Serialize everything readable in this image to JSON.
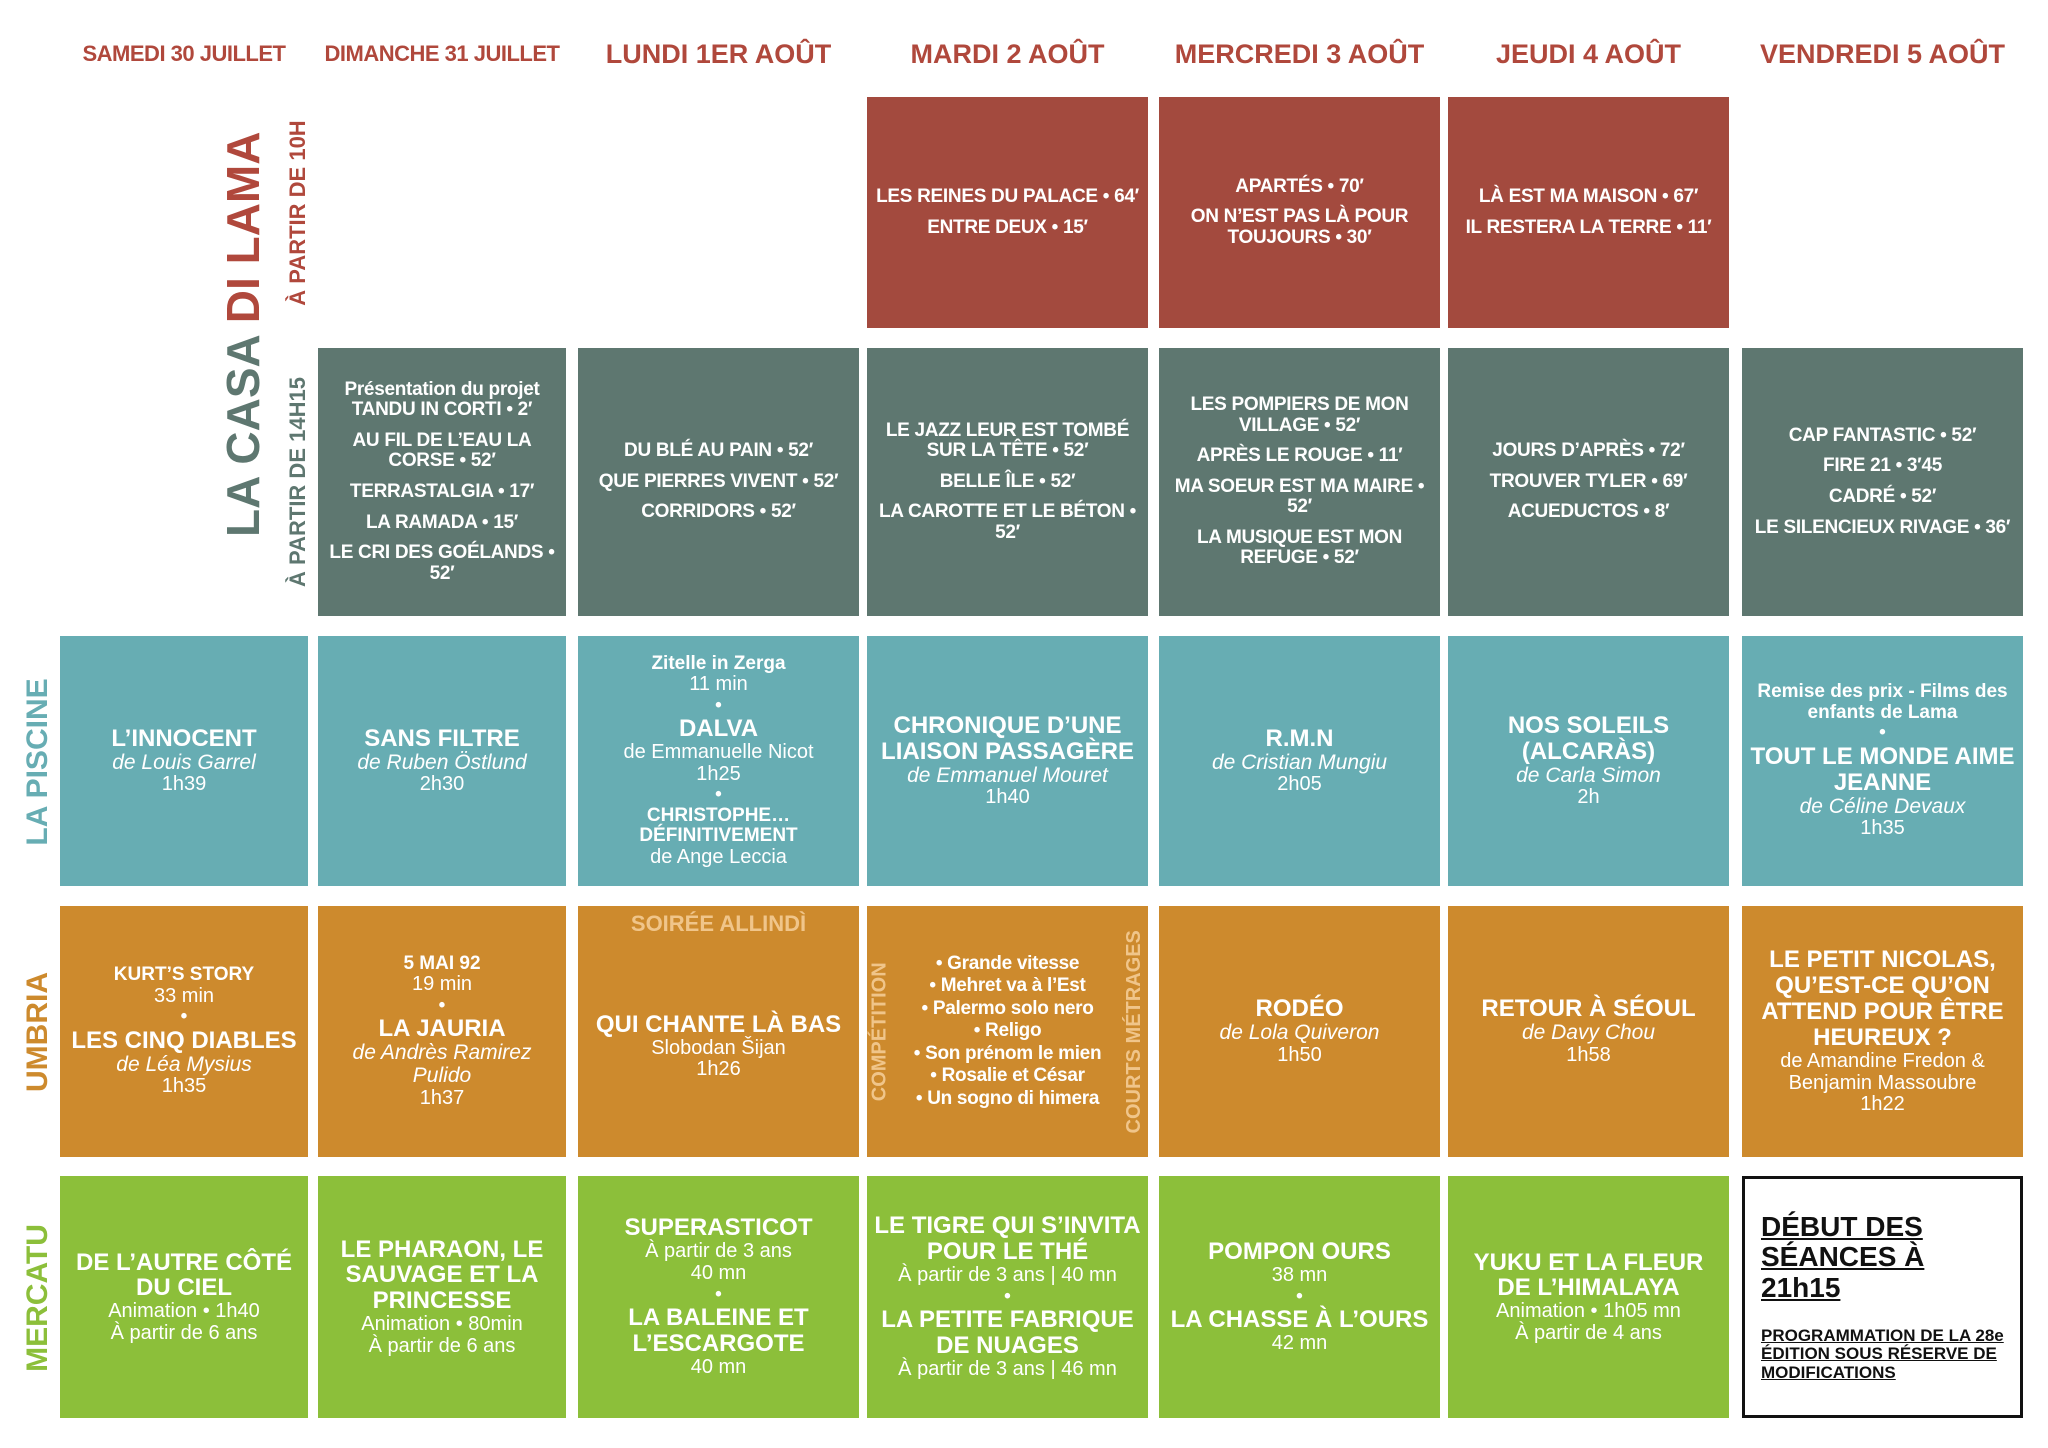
{
  "days": [
    "SAMEDI 30 JUILLET",
    "DIMANCHE 31 JUILLET",
    "LUNDI 1ER AOÛT",
    "MARDI 2 AOÛT",
    "MERCREDI 3 AOÛT",
    "JEUDI 4 AOÛT",
    "VENDREDI 5 AOÛT"
  ],
  "venues": {
    "casa_a": "LA CASA",
    "casa_b": "DI LAMA",
    "casa_10h": "À PARTIR DE 10H",
    "casa_14h": "À PARTIR DE 14H15",
    "piscine": "LA PISCINE",
    "umbria": "UMBRIA",
    "mercatu": "MERCATU"
  },
  "colors": {
    "red": "#a34a3e",
    "dark": "#5e7770",
    "teal": "#67adb3",
    "orange": "#cd8a2d",
    "green": "#8cbf3a",
    "header": "#b0483c"
  },
  "rows": [
    {
      "id": "casa-10h",
      "color": "red",
      "cells": [
        {
          "col": 3,
          "lines": [
            [
              "t",
              "LES REINES DU PALACE • 64′"
            ],
            [
              "t",
              "ENTRE DEUX • 15′"
            ]
          ]
        },
        {
          "col": 4,
          "lines": [
            [
              "t",
              "APARTÉS • 70′"
            ],
            [
              "t",
              "ON N’EST PAS LÀ POUR TOUJOURS • 30′"
            ]
          ]
        },
        {
          "col": 5,
          "lines": [
            [
              "t",
              "LÀ EST MA MAISON • 67′"
            ],
            [
              "t",
              "IL RESTERA LA TERRE • 11′"
            ]
          ]
        }
      ]
    },
    {
      "id": "casa-14h",
      "color": "dark",
      "cells": [
        {
          "col": 1,
          "lines": [
            [
              "t",
              "Présentation du projet TANDU IN CORTI • 2′"
            ],
            [
              "t",
              "AU FIL DE L’EAU LA CORSE • 52′"
            ],
            [
              "t",
              "TERRASTALGIA • 17′"
            ],
            [
              "t",
              "LA RAMADA • 15′"
            ],
            [
              "t",
              "LE CRI DES GOÉLANDS • 52′"
            ]
          ]
        },
        {
          "col": 2,
          "lines": [
            [
              "t",
              "DU BLÉ AU PAIN • 52′"
            ],
            [
              "t",
              "QUE PIERRES VIVENT • 52′"
            ],
            [
              "t",
              "CORRIDORS • 52′"
            ]
          ]
        },
        {
          "col": 3,
          "lines": [
            [
              "t",
              "LE JAZZ LEUR EST TOMBÉ SUR LA TÊTE • 52′"
            ],
            [
              "t",
              "BELLE ÎLE • 52′"
            ],
            [
              "t",
              "LA CAROTTE ET LE BÉTON • 52′"
            ]
          ]
        },
        {
          "col": 4,
          "lines": [
            [
              "t",
              "LES POMPIERS DE MON VILLAGE • 52′"
            ],
            [
              "t",
              "APRÈS LE ROUGE • 11′"
            ],
            [
              "t",
              "MA SOEUR EST MA MAIRE • 52′"
            ],
            [
              "t",
              "LA MUSIQUE EST MON REFUGE • 52′"
            ]
          ]
        },
        {
          "col": 5,
          "lines": [
            [
              "t",
              "JOURS D’APRÈS • 72′"
            ],
            [
              "t",
              "TROUVER TYLER • 69′"
            ],
            [
              "t",
              "ACUEDUCTOS • 8′"
            ]
          ]
        },
        {
          "col": 6,
          "lines": [
            [
              "t",
              "CAP FANTASTIC • 52′"
            ],
            [
              "t",
              "FIRE 21 • 3′45"
            ],
            [
              "t",
              "CADRÉ • 52′"
            ],
            [
              "t",
              "LE SILENCIEUX RIVAGE • 36′"
            ]
          ]
        }
      ]
    },
    {
      "id": "piscine",
      "color": "teal",
      "cells": [
        {
          "col": 0,
          "lines": [
            [
              "b",
              "L’INNOCENT"
            ],
            [
              "i",
              "de Louis Garrel"
            ],
            [
              "n",
              "1h39"
            ]
          ]
        },
        {
          "col": 1,
          "lines": [
            [
              "b",
              "SANS FILTRE"
            ],
            [
              "i",
              "de Ruben Östlund"
            ],
            [
              "n",
              "2h30"
            ]
          ]
        },
        {
          "col": 2,
          "lines": [
            [
              "bs",
              "Zitelle in Zerga"
            ],
            [
              "n",
              "11 min"
            ],
            [
              "d",
              "•"
            ],
            [
              "b",
              "DALVA"
            ],
            [
              "n",
              "de Emmanuelle Nicot"
            ],
            [
              "n",
              "1h25"
            ],
            [
              "d",
              "•"
            ],
            [
              "bs",
              "CHRISTOPHE… DÉFINITIVEMENT"
            ],
            [
              "n",
              "de Ange Leccia"
            ]
          ]
        },
        {
          "col": 3,
          "lines": [
            [
              "b",
              "CHRONIQUE D’UNE LIAISON PASSAGÈRE"
            ],
            [
              "i",
              "de Emmanuel Mouret"
            ],
            [
              "n",
              "1h40"
            ]
          ]
        },
        {
          "col": 4,
          "lines": [
            [
              "b",
              "R.M.N"
            ],
            [
              "i",
              "de Cristian Mungiu"
            ],
            [
              "n",
              "2h05"
            ]
          ]
        },
        {
          "col": 5,
          "lines": [
            [
              "b",
              "NOS SOLEILS (ALCARÀS)"
            ],
            [
              "i",
              "de Carla Simon"
            ],
            [
              "n",
              "2h"
            ]
          ]
        },
        {
          "col": 6,
          "lines": [
            [
              "bs",
              "Remise des prix - Films des enfants de Lama"
            ],
            [
              "d",
              "•"
            ],
            [
              "b",
              "TOUT LE MONDE AIME JEANNE"
            ],
            [
              "i",
              "de Céline Devaux"
            ],
            [
              "n",
              "1h35"
            ]
          ]
        }
      ]
    },
    {
      "id": "umbria",
      "color": "orange",
      "cells": [
        {
          "col": 0,
          "lines": [
            [
              "bs",
              "KURT’S STORY"
            ],
            [
              "n",
              "33 min"
            ],
            [
              "d",
              "•"
            ],
            [
              "b",
              "LES CINQ DIABLES"
            ],
            [
              "i",
              "de Léa Mysius"
            ],
            [
              "n",
              "1h35"
            ]
          ]
        },
        {
          "col": 1,
          "lines": [
            [
              "bs",
              "5 MAI 92"
            ],
            [
              "n",
              "19 min"
            ],
            [
              "d",
              "•"
            ],
            [
              "b",
              "LA JAURIA"
            ],
            [
              "i",
              "de Andrès Ramirez Pulido"
            ],
            [
              "n",
              "1h37"
            ]
          ]
        },
        {
          "col": 2,
          "top": "SOIRÉE ALLINDÌ",
          "lines": [
            [
              "b",
              "QUI CHANTE LÀ BAS"
            ],
            [
              "n",
              "Slobodan Šijan"
            ],
            [
              "n",
              "1h26"
            ]
          ]
        },
        {
          "col": 3,
          "sideL": "COMPÉTITION",
          "sideR": "COURTS MÉTRAGES",
          "lines": [
            [
              "li",
              "• Grande vitesse"
            ],
            [
              "li",
              "• Mehret va à l’Est"
            ],
            [
              "li",
              "• Palermo solo nero"
            ],
            [
              "li",
              "• Religo"
            ],
            [
              "li",
              "• Son prénom le mien"
            ],
            [
              "li",
              "• Rosalie et César"
            ],
            [
              "li",
              "• Un sogno di himera"
            ]
          ]
        },
        {
          "col": 4,
          "lines": [
            [
              "b",
              "RODÉO"
            ],
            [
              "i",
              "de Lola Quiveron"
            ],
            [
              "n",
              "1h50"
            ]
          ]
        },
        {
          "col": 5,
          "lines": [
            [
              "b",
              "RETOUR À SÉOUL"
            ],
            [
              "i",
              "de Davy Chou"
            ],
            [
              "n",
              "1h58"
            ]
          ]
        },
        {
          "col": 6,
          "lines": [
            [
              "b",
              "LE PETIT NICOLAS, QU’EST-CE QU’ON ATTEND POUR ÊTRE HEUREUX ?"
            ],
            [
              "n",
              "de Amandine Fredon & Benjamin Massoubre"
            ],
            [
              "n",
              "1h22"
            ]
          ]
        }
      ]
    },
    {
      "id": "mercatu",
      "color": "green",
      "cells": [
        {
          "col": 0,
          "lines": [
            [
              "b",
              "DE L’AUTRE CÔTÉ DU CIEL"
            ],
            [
              "n",
              " "
            ],
            [
              "n",
              "Animation • 1h40"
            ],
            [
              "n",
              "À partir de 6 ans"
            ]
          ]
        },
        {
          "col": 1,
          "lines": [
            [
              "b",
              "LE PHARAON, LE SAUVAGE ET LA PRINCESSE"
            ],
            [
              "n",
              " "
            ],
            [
              "n",
              "Animation • 80min"
            ],
            [
              "n",
              "À partir de 6 ans"
            ]
          ]
        },
        {
          "col": 2,
          "lines": [
            [
              "b",
              "SUPERASTICOT"
            ],
            [
              "n",
              "À partir de 3 ans"
            ],
            [
              "n",
              "40 mn"
            ],
            [
              "d",
              "•"
            ],
            [
              "b",
              "LA BALEINE ET L’ESCARGOTE"
            ],
            [
              "n",
              "40 mn"
            ]
          ]
        },
        {
          "col": 3,
          "lines": [
            [
              "b",
              "LE TIGRE QUI S’INVITA POUR LE THÉ"
            ],
            [
              "n",
              "À partir de 3 ans | 40 mn"
            ],
            [
              "d",
              "•"
            ],
            [
              "b",
              "LA PETITE FABRIQUE DE NUAGES"
            ],
            [
              "n",
              "À partir de 3 ans | 46 mn"
            ]
          ]
        },
        {
          "col": 4,
          "lines": [
            [
              "b",
              "POMPON OURS"
            ],
            [
              "n",
              "38 mn"
            ],
            [
              "d",
              "•"
            ],
            [
              "b",
              "LA CHASSE À L’OURS"
            ],
            [
              "n",
              "42 mn"
            ]
          ]
        },
        {
          "col": 5,
          "lines": [
            [
              "b",
              "YUKU ET LA FLEUR DE L’HIMALAYA"
            ],
            [
              "n",
              "Animation • 1h05 mn"
            ],
            [
              "n",
              "À partir de 4 ans"
            ]
          ]
        },
        {
          "col": 6,
          "color": "white",
          "lines": [
            [
              "big",
              "DÉBUT DES SÉANCES À 21h15"
            ],
            [
              "small",
              "PROGRAMMATION DE LA 28e ÉDITION SOUS RÉSERVE DE MODIFICATIONS"
            ]
          ]
        }
      ]
    }
  ]
}
